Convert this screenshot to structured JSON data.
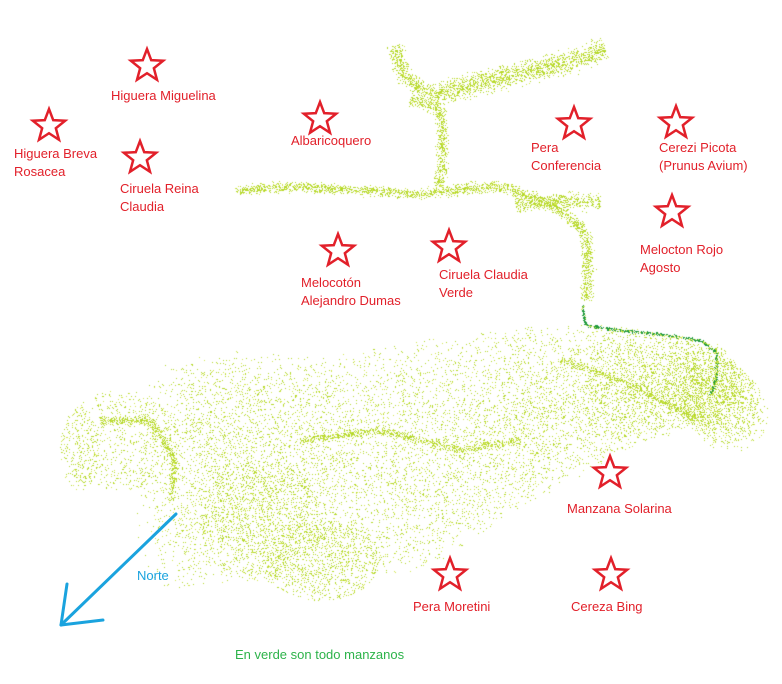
{
  "colors": {
    "orchard_light": "#b5d82a",
    "orchard_light_alt": "#d2e650",
    "irrigation_dark": "#1f9a3c",
    "star_outline": "#e2202a",
    "label_red": "#e2202a",
    "north_arrow": "#1aa3de",
    "legend_green": "#2db34a"
  },
  "legend": {
    "note": "En verde son todo manzanos"
  },
  "north": {
    "label": "Norte",
    "icon": "north-arrow-icon"
  },
  "markers": [
    {
      "id": "higuera-miguelina",
      "label": "Higuera Miguelina",
      "icon": "star-icon"
    },
    {
      "id": "higuera-breva",
      "label": "Higuera Breva\nRosacea",
      "icon": "star-icon"
    },
    {
      "id": "ciruela-reina",
      "label": "Ciruela Reina\nClaudia",
      "icon": "star-icon"
    },
    {
      "id": "albaricoquero",
      "label": "Albaricoquero",
      "icon": "star-icon"
    },
    {
      "id": "pera-conferencia",
      "label": "Pera\nConferencia",
      "icon": "star-icon"
    },
    {
      "id": "cerezo-picota",
      "label": "Cerezi Picota\n(Prunus Avium)",
      "icon": "star-icon"
    },
    {
      "id": "melocoton-alejandro",
      "label": "Melocotón\nAlejandro Dumas",
      "icon": "star-icon"
    },
    {
      "id": "ciruela-verde",
      "label": "Ciruela Claudia\nVerde",
      "icon": "star-icon"
    },
    {
      "id": "melocoton-rojo",
      "label": "Melocton Rojo\nAgosto",
      "icon": "star-icon"
    },
    {
      "id": "manzana-solarina",
      "label": "Manzana Solarina",
      "icon": "star-icon"
    },
    {
      "id": "pera-moretini",
      "label": "Pera Moretini",
      "icon": "star-icon"
    },
    {
      "id": "cereza-bing",
      "label": "Cereza Bing",
      "icon": "star-icon"
    }
  ]
}
